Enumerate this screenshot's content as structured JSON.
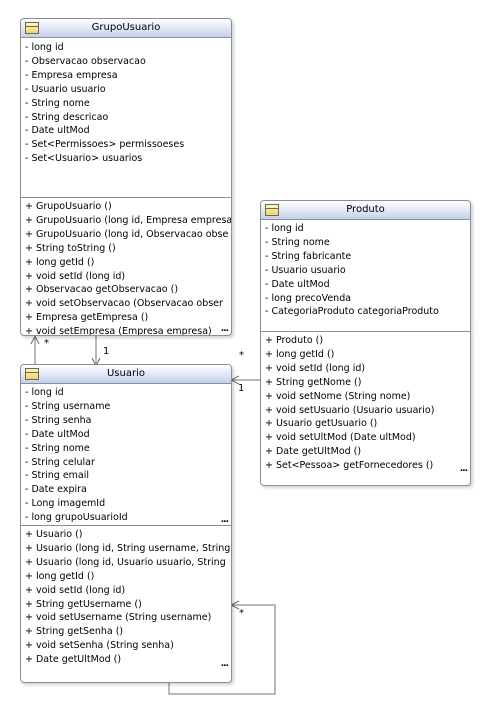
{
  "classes": {
    "grupo_usuario": {
      "name": "GrupoUsuario",
      "attributes": [
        "- long id",
        "- Observacao observacao",
        "- Empresa empresa",
        "- Usuario usuario",
        "- String nome",
        "- String descricao",
        "- Date ultMod",
        "- Set<Permissoes> permissoeses",
        "- Set<Usuario> usuarios"
      ],
      "operations": [
        "+  GrupoUsuario ()",
        "+  GrupoUsuario (long id, Empresa empresa",
        "+  GrupoUsuario (long id, Observacao obse",
        "+ String toString ()",
        "+ long getId ()",
        "+ void setId (long id)",
        "+ Observacao getObservacao ()",
        "+ void setObservacao (Observacao obser",
        "+ Empresa getEmpresa ()",
        "+ void setEmpresa (Empresa empresa)"
      ],
      "more": "..."
    },
    "produto": {
      "name": "Produto",
      "attributes": [
        "- long id",
        "- String nome",
        "- String fabricante",
        "- Usuario usuario",
        "- Date ultMod",
        "- long precoVenda",
        "- CategoriaProduto categoriaProduto"
      ],
      "operations": [
        "+  Produto ()",
        "+ long getId ()",
        "+ void setId (long id)",
        "+ String getNome ()",
        "+ void setNome (String nome)",
        "+ void setUsuario (Usuario usuario)",
        "+ Usuario getUsuario ()",
        "+ void setUltMod (Date ultMod)",
        "+ Date getUltMod ()",
        "+ Set<Pessoa> getFornecedores ()"
      ],
      "more": "..."
    },
    "usuario": {
      "name": "Usuario",
      "attributes": [
        "- long id",
        "- String username",
        "- String senha",
        "- Date ultMod",
        "- String nome",
        "- String celular",
        "- String email",
        "- Date expira",
        "- Long imagemId",
        "- long grupoUsuarioId"
      ],
      "attributes_more": "...",
      "operations": [
        "+  Usuario ()",
        "+  Usuario (long id, String username, String",
        "+  Usuario (long id, Usuario usuario, String",
        "+ long getId ()",
        "+ void setId (long id)",
        "+ String getUsername ()",
        "+ void setUsername (String username)",
        "+ String getSenha ()",
        "+ void setSenha (String senha)",
        "+ Date getUltMod ()"
      ],
      "more": "..."
    }
  },
  "multiplicities": {
    "grupo_to_usuario_star": "*",
    "grupo_to_usuario_one": "1",
    "produto_star": "*",
    "produto_one": "1",
    "self_star": "*"
  },
  "colors": {
    "border": "#8a8fa0",
    "header_gradient_bottom": "#c3cfea",
    "icon_fill": "#f2d463",
    "line": "#707070"
  }
}
